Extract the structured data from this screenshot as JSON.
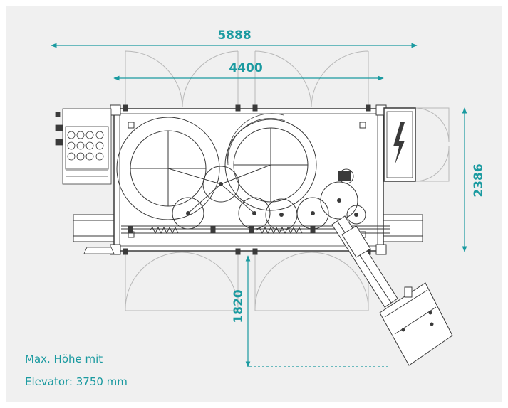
{
  "dimensions": {
    "total_width": "5888",
    "frame_width": "4400",
    "height": "2386",
    "clearance": "1820"
  },
  "note": {
    "line1": "Max. Höhe mit",
    "line2": "Elevator: 3750 mm"
  },
  "icons": {
    "hazard": "lightning-bolt-icon"
  },
  "colors": {
    "accent": "#1a9aa0",
    "line": "#3a3a3a",
    "door_arc": "#b8b8b8",
    "background": "#f0f0f0"
  }
}
